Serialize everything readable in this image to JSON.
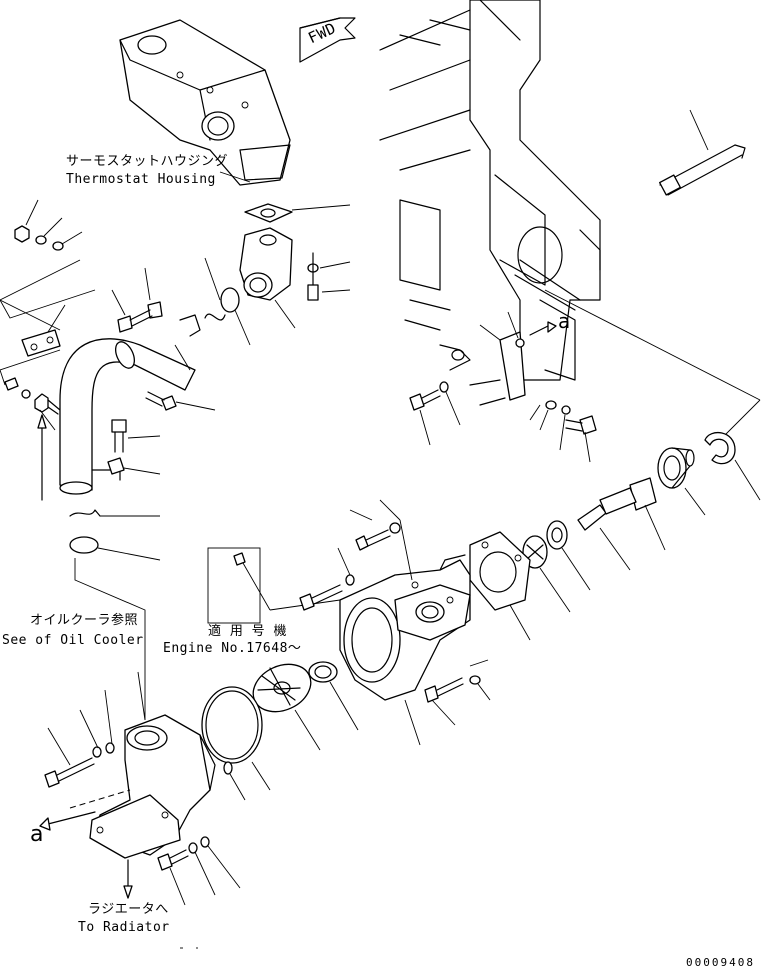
{
  "fwd_arrow": "FWD",
  "thermostat_housing": {
    "jp": "サーモスタットハウジング",
    "en": "Thermostat Housing"
  },
  "oil_cooler": {
    "jp": "オイルクーラ参照",
    "en": "See of Oil Cooler"
  },
  "engine_no": {
    "jp": "適 用 号 機",
    "en": "Engine No.17648～"
  },
  "radiator": {
    "jp": "ラジエータへ",
    "en": "To Radiator"
  },
  "ref_mark_a": "a",
  "ref_mark_a_block": "a",
  "drawing_number": "00009408"
}
